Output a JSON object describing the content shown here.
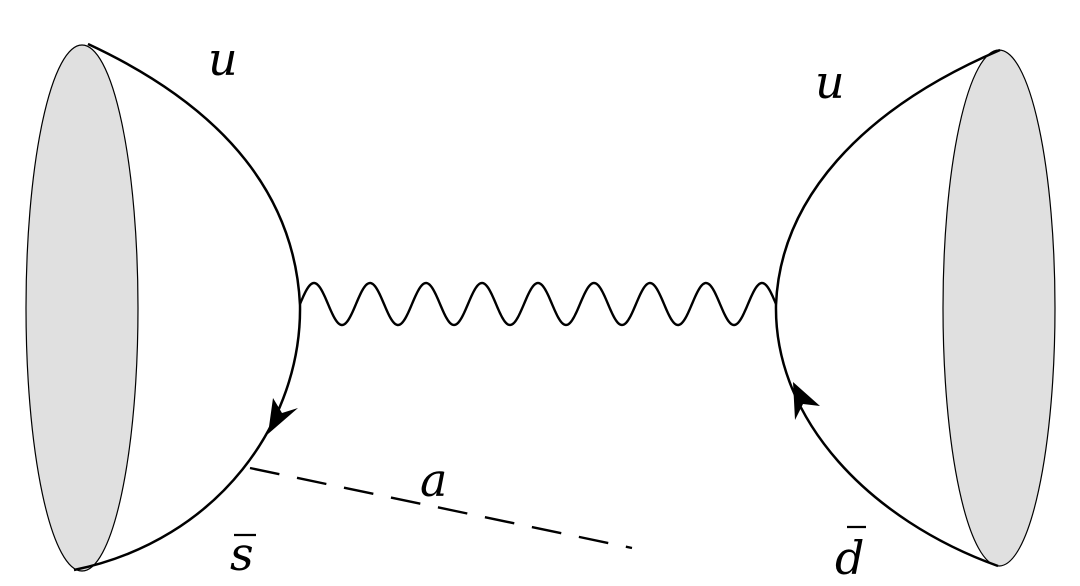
{
  "diagram": {
    "labels": {
      "top_left": "u",
      "top_right": "u",
      "bottom_left": "s",
      "bottom_right": "d",
      "scalar": "a"
    },
    "colors": {
      "blob_fill": "#e0e0e0",
      "line": "#000000",
      "background": "#ffffff"
    }
  }
}
